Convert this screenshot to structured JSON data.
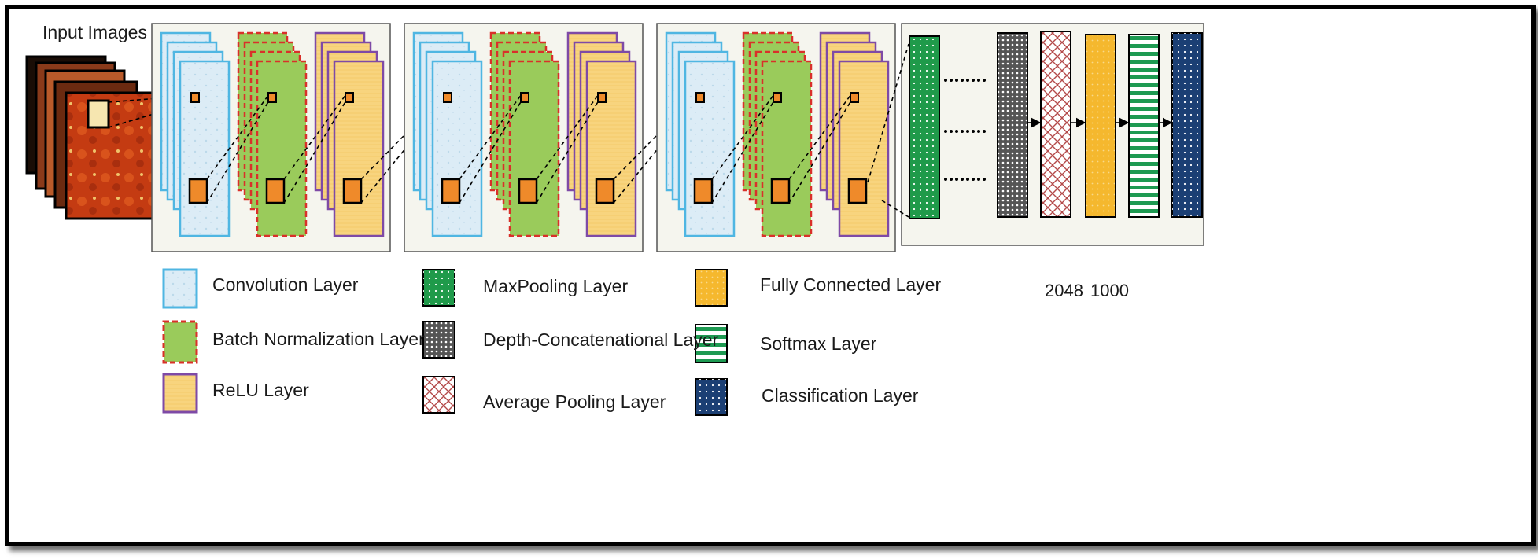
{
  "input_label": "Input Images",
  "sizes": {
    "avgpool": "2048",
    "fc": "1000"
  },
  "legend": [
    {
      "key": "conv",
      "label": "Convolution Layer"
    },
    {
      "key": "bn",
      "label": "Batch Normalization Layer"
    },
    {
      "key": "relu",
      "label": "ReLU Layer"
    },
    {
      "key": "maxpool",
      "label": "MaxPooling Layer"
    },
    {
      "key": "depthcat",
      "label": "Depth-Concatenational Layer"
    },
    {
      "key": "avgpool",
      "label": "Average Pooling Layer"
    },
    {
      "key": "fc",
      "label": "Fully Connected Layer"
    },
    {
      "key": "softmax",
      "label": "Softmax Layer"
    },
    {
      "key": "classification",
      "label": "Classification Layer"
    }
  ],
  "colors": {
    "conv_fill": "#dcecf6",
    "conv_border": "#4fb6e2",
    "bn_fill": "#9acb5b",
    "bn_border": "#d9302a",
    "relu_fill": "#f8d47e",
    "relu_border": "#7e4aa6",
    "maxpool": "#1f9a4a",
    "depthcat": "#6b6b6b",
    "avgpool_line": "#b44a4a",
    "fc": "#f5b82e",
    "softmax": "#1e9a52",
    "classification": "#1b3f74",
    "kernel": "#ef8a2a"
  }
}
